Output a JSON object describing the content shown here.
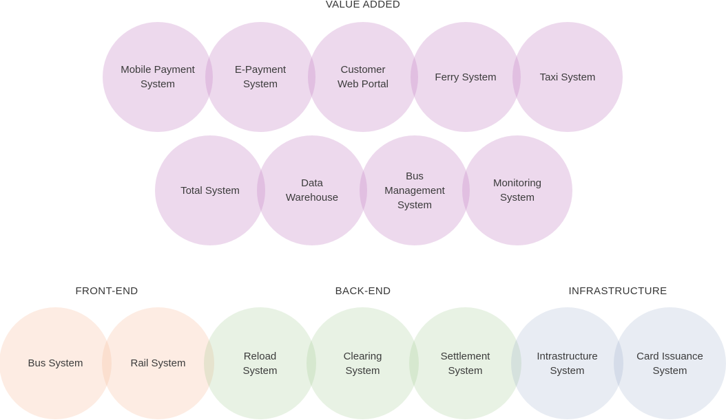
{
  "diagram": {
    "value_added": {
      "title": "VALUE ADDED",
      "row1": [
        "Mobile Payment\nSystem",
        "E-Payment\nSystem",
        "Customer\nWeb Portal",
        "Ferry System",
        "Taxi System"
      ],
      "row2": [
        "Total System",
        "Data\nWarehouse",
        "Bus\nManagement\nSystem",
        "Monitoring\nSystem"
      ]
    },
    "front_end": {
      "title": "FRONT-END",
      "circles": [
        "Bus System",
        "Rail System"
      ]
    },
    "back_end": {
      "title": "BACK-END",
      "circles": [
        "Reload\nSystem",
        "Clearing\nSystem",
        "Settlement\nSystem"
      ]
    },
    "infrastructure": {
      "title": "INFRASTRUCTURE",
      "circles": [
        "Intrastructure\nSystem",
        "Card Issuance\nSystem"
      ]
    },
    "colors": {
      "value_added_fill": "#eed9ee",
      "value_added_overlap": "#e0c3e1",
      "front_end_fill": "#fdeee6",
      "back_end_fill": "#e8f2e4",
      "infrastructure_fill": "#e8ecf3",
      "text": "#3b3b3b"
    }
  }
}
